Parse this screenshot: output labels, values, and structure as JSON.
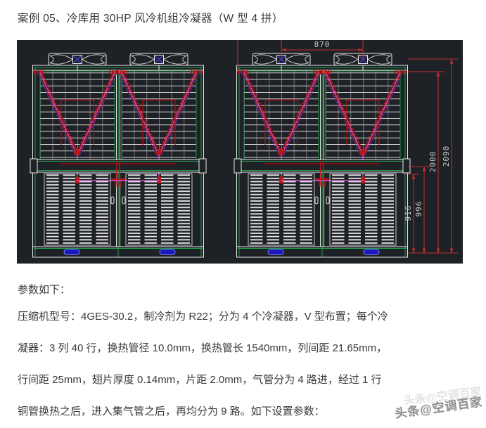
{
  "doc": {
    "title": "案例 05、冷库用 30HP 风冷机组冷凝器（W 型 4 拼）",
    "params_heading": "参数如下：",
    "param_lines": [
      "压缩机型号：4GES-30.2，制冷剂为 R22；分为 4 个冷凝器，V 型布置；每个冷",
      "凝器：3 列 40 行，换热管径 10.0mm，换热管长 1540mm，列间距 21.65mm，",
      "行间距 25mm，翅片厚度 0.14mm，片距 2.0mm，气管分为 4 路进，经过 1 行",
      "铜管换热之后，进入集气管之后，再均分为 9 路。如下设置参数："
    ],
    "watermark": "头条@空调百家"
  },
  "drawing": {
    "type": "cad-screenshot",
    "description": "Air-cooled W-type condenser unit, two elevation views on black CAD background with red dimension lines (mm)",
    "dims": {
      "fan_spacing": "870",
      "overall_height": "2090",
      "frame_height": "2000",
      "lower_section_height_outer": "996",
      "lower_section_height_inner": "916"
    },
    "colors": {
      "background": "#1e2126",
      "frame_green": "#1f9e49",
      "line_white": "#e8e8e8",
      "coil_red": "#c01515",
      "pipe_magenta": "#cf4fcf",
      "pipe_blue": "#3c3cd8",
      "dim_red": "#c03030",
      "dim_text": "#c9c9c9"
    }
  }
}
